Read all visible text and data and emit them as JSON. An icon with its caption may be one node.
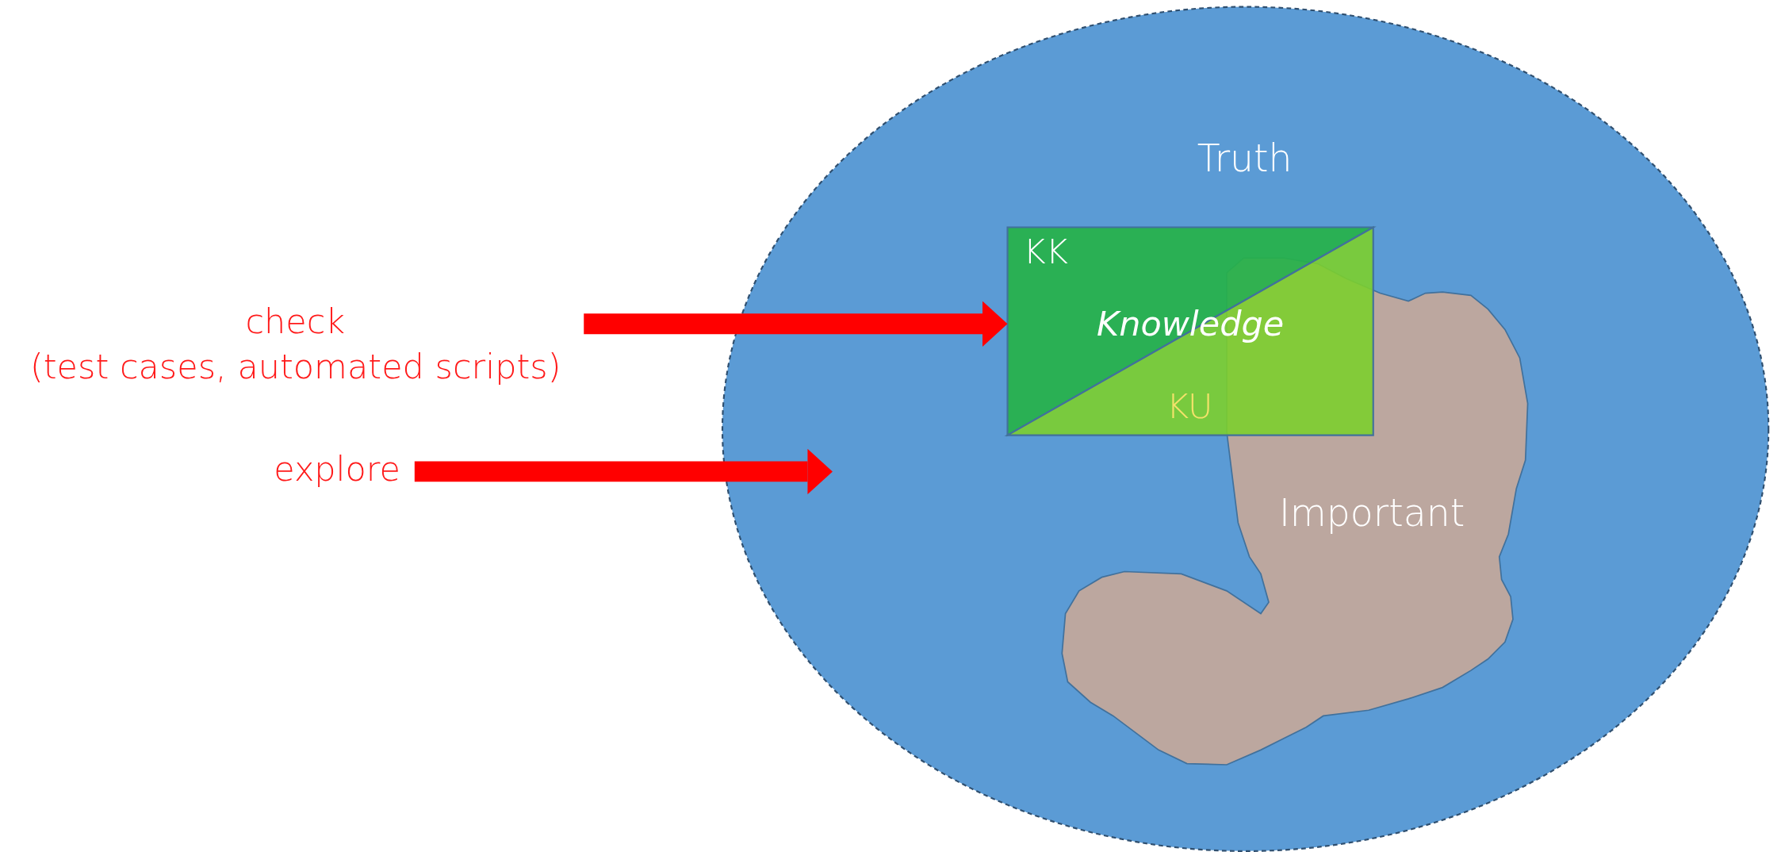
{
  "diagram": {
    "nodes": [
      {
        "text": [
          "Truth"
        ]
      },
      {
        "text": [
          "KK",
          "Knowledge",
          "KU"
        ],
        "in": 0
      },
      {
        "text": [
          "Important"
        ],
        "in": 0
      },
      {
        "text": [
          "check",
          "(test cases, automated scripts)"
        ]
      },
      {
        "text": [
          "explore"
        ]
      }
    ],
    "edges": [
      {
        "from": 3,
        "to": 1,
        "arrow": "to"
      },
      {
        "from": 4,
        "to": 0,
        "arrow": "to"
      }
    ]
  }
}
